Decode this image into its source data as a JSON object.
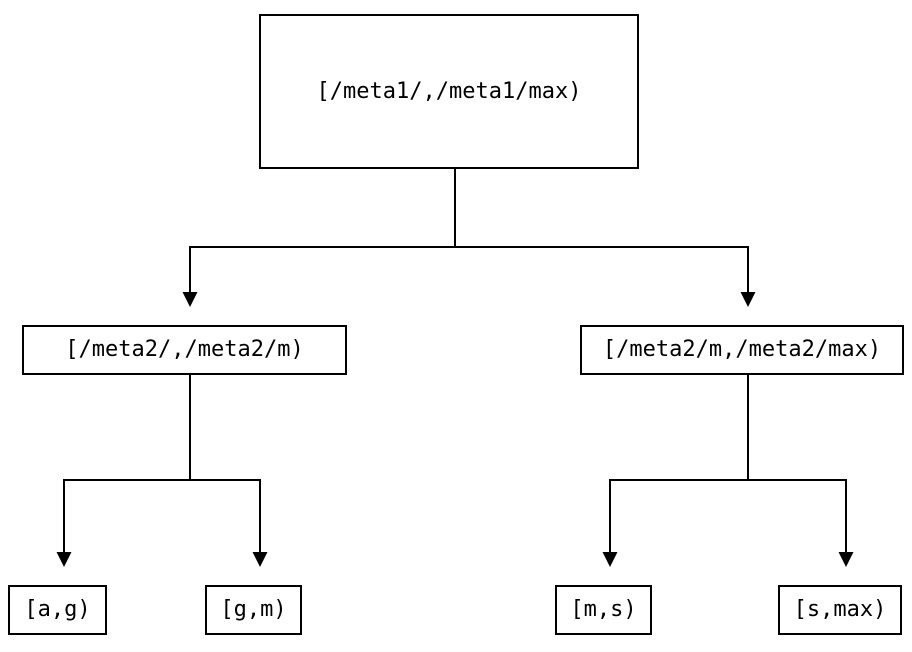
{
  "diagram": {
    "type": "tree",
    "colors": {
      "background": "#ffffff",
      "line": "#000000",
      "text": "#000000",
      "node_border": "#000000",
      "node_fill": "#ffffff"
    },
    "nodes": {
      "root": {
        "label": "[/meta1/,/meta1/max)"
      },
      "meta2_low": {
        "label": "[/meta2/,/meta2/m)"
      },
      "meta2_hi": {
        "label": "[/meta2/m,/meta2/max)"
      },
      "leaf_ag": {
        "label": "[a,g)"
      },
      "leaf_gm": {
        "label": "[g,m)"
      },
      "leaf_ms": {
        "label": "[m,s)"
      },
      "leaf_smax": {
        "label": "[s,max)"
      }
    },
    "edges": [
      {
        "from": "root",
        "to": "meta2_low"
      },
      {
        "from": "root",
        "to": "meta2_hi"
      },
      {
        "from": "meta2_low",
        "to": "leaf_ag"
      },
      {
        "from": "meta2_low",
        "to": "leaf_gm"
      },
      {
        "from": "meta2_hi",
        "to": "leaf_ms"
      },
      {
        "from": "meta2_hi",
        "to": "leaf_smax"
      }
    ]
  }
}
